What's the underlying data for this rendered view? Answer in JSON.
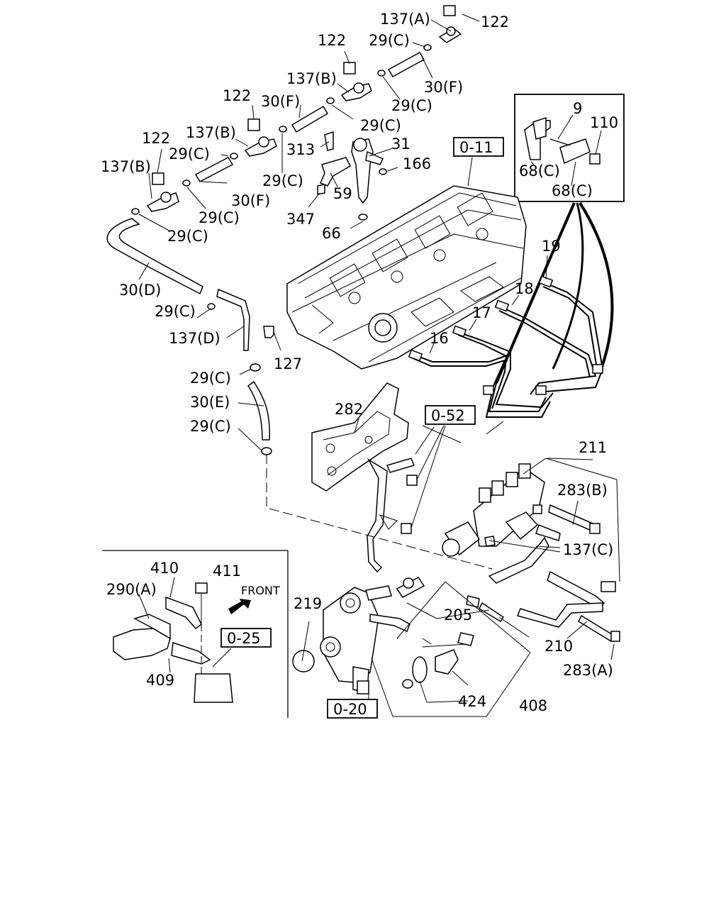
{
  "callouts": {
    "c137a": "137(A)",
    "c122a": "122",
    "c122b": "122",
    "c29c_top": "29(C)",
    "c137b_1": "137(B)",
    "c30f_1": "30(F)",
    "c29c_2": "29(C)",
    "c122c": "122",
    "c30f_2": "30(F)",
    "c29c_3": "29(C)",
    "c122d": "122",
    "c137b_2": "137(B)",
    "c29c_4": "29(C)",
    "c313": "313",
    "c31": "31",
    "c166": "166",
    "c137b_3": "137(B)",
    "c29c_5": "29(C)",
    "c30f_3": "30(F)",
    "c59": "59",
    "c29c_6": "29(C)",
    "c347": "347",
    "c29c_7": "29(C)",
    "c66": "66",
    "c30d": "30(D)",
    "c29c_8": "29(C)",
    "c137d": "137(D)",
    "c127": "127",
    "c29c_9": "29(C)",
    "c30e": "30(E)",
    "c29c_10": "29(C)",
    "c9": "9",
    "c110": "110",
    "c68c_1": "68(C)",
    "c68c_2": "68(C)",
    "c19": "19",
    "c18": "18",
    "c17": "17",
    "c16": "16",
    "c282": "282",
    "c211": "211",
    "c283b": "283(B)",
    "c137c": "137(C)",
    "c410": "410",
    "c411": "411",
    "c290a": "290(A)",
    "c409": "409",
    "c219": "219",
    "c205": "205",
    "c210": "210",
    "c283a": "283(A)",
    "c424": "424",
    "c408": "408"
  },
  "refs": {
    "r011": "0-11",
    "r052": "0-52",
    "r025": "0-25",
    "r020": "0-20"
  },
  "front_label": "FRONT"
}
